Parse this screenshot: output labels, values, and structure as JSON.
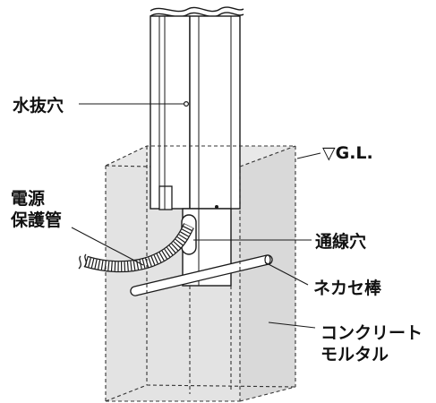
{
  "labels": {
    "drain_hole": "水抜穴",
    "ground_level": "▽G.L.",
    "conduit_line1": "電源",
    "conduit_line2": "保護管",
    "wiring_hole": "通線穴",
    "anchor_bar": "ネカセ棒",
    "concrete_line1": "コンクリート",
    "concrete_line2": "モルタル"
  },
  "colors": {
    "line": "#1a1a1a",
    "block_fill": "#e2e2e2",
    "block_dash": "#333333",
    "post_fill": "#ffffff"
  }
}
